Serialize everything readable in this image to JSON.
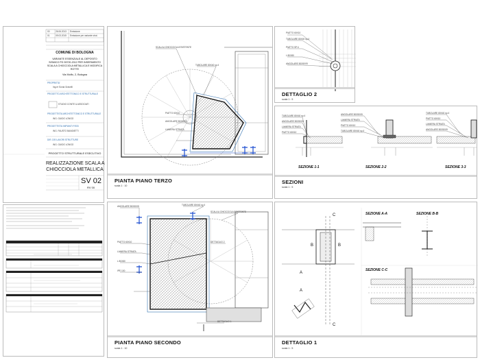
{
  "title_block": {
    "municipality": "COMUNE DI BOLOGNA",
    "description_lines": [
      "VARIANTE ESSENZIALE AL DEPOSITO",
      "SISMICO PG 59720-2012 PER INSERIMENTO",
      "SCALA A CHIOCCIOLA METALLICA E MODIFICA",
      "ROTTE"
    ],
    "address": "Via Molfo, 2, Bologna",
    "roles": [
      "PROPRIETA'",
      "PROGETTO ARCHITETTONICO E STRUTTURALE",
      "PROGETTISTA ARCHITETTONICO E STRUTTURALE",
      "PROGETTISTA IMPIANTI FISSI",
      "DIR. DEI LAVORI STRUTTURE"
    ],
    "names": [
      "Ing.re Sonia Gravelli",
      "STUDIO CONTE & ASSOCIATI",
      "ING. GUIDO LONGO",
      "ING. FAUSTO BANDIETTI",
      "ING. GUIDO LONGO"
    ],
    "project_kind": "PROGETTO STRUTTURALE ESECUTIVO",
    "drawing_title_1": "REALIZZAZIONE SCALA A",
    "drawing_title_2": "CHIOCCIOLA METALLICA",
    "sheet_code": "SV 02",
    "revision": "RV 00",
    "rev_rows": [
      [
        "00",
        "26.06.2013",
        "Emissione"
      ],
      [
        "01",
        "09.03.2015",
        "Emissione per variante strut."
      ]
    ]
  },
  "views": {
    "terzo": {
      "title": "PIANTA PIANO TERZO",
      "scale": "scala 1 : 10"
    },
    "dettaglio2": {
      "title": "DETTAGLIO 2",
      "scale": "scala 1 : 5"
    },
    "sezioni": {
      "title": "SEZIONI",
      "scale": "scala 1 : 5"
    },
    "secondo": {
      "title": "PIANTA PIANO SECONDO",
      "scale": "scala 1 : 10"
    },
    "dettaglio1": {
      "title": "DETTAGLIO 1",
      "scale": "scala 1 : 5"
    }
  },
  "section_labels": [
    "SEZIONE 1-1",
    "SEZIONE 2-2",
    "SEZIONE 3-3"
  ],
  "section_marks_right": [
    "SEZIONE A-A",
    "SEZIONE B-B",
    "SEZIONE C-C"
  ],
  "letters": {
    "a": "A",
    "b": "B",
    "c": "C"
  },
  "callouts": {
    "detail2_ref": "DETTAGLIO 2",
    "detail1_ref": "DETTAGLIO 1",
    "piatto": "PIATTO 60X10",
    "tubolare": "TUBOLARE 80X40 sp.4",
    "piatto_sp": "PIATTO SP.4",
    "scala": "SCALA A CHIOCCIOLA ESISTENTE",
    "lamiera": "LAMIERA STRIATA",
    "angolare": "ANGOLARE 50X50X5",
    "laminato": "L 80X80",
    "profilo": "IPE 100"
  }
}
